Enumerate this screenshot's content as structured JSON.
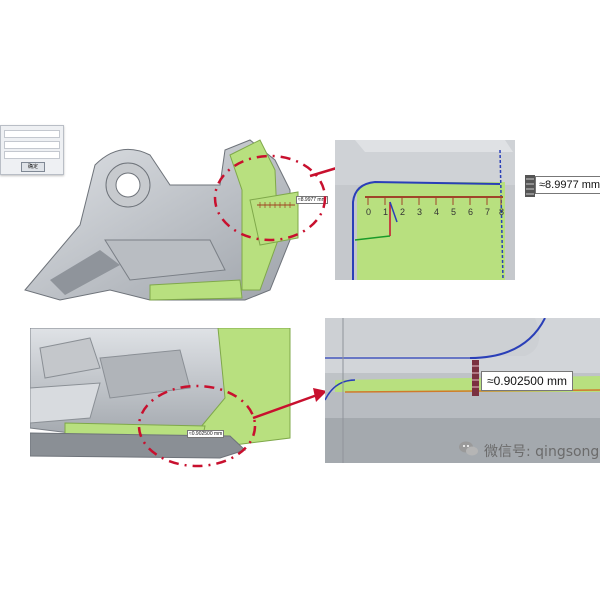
{
  "dialog": {
    "ok_label": "确定"
  },
  "measurements": {
    "top_small": "≈8.9977 mm",
    "top_large": "≈8.9977 mm",
    "bottom_small": "≈0.902500 mm",
    "bottom_large": "≈0.902500 mm"
  },
  "ruler_ticks": [
    "0",
    "1",
    "2",
    "3",
    "4",
    "5",
    "6",
    "7",
    "8"
  ],
  "watermark": {
    "text": "微信号: qingsong"
  },
  "colors": {
    "model_gray": "#a9adb3",
    "model_light": "#d1d4d8",
    "highlight_green": "#b8e07f",
    "callout_red": "#c8102e",
    "edge_blue": "#2a3fb8"
  }
}
